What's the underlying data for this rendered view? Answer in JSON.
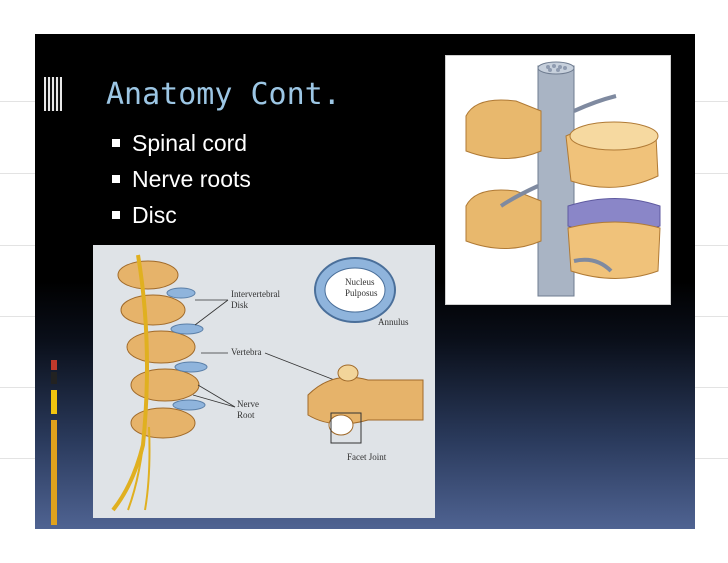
{
  "slide": {
    "title": "Anatomy Cont.",
    "bullets": [
      "Spinal cord",
      "Nerve roots",
      "Disc"
    ]
  },
  "diagram_labels": {
    "intervertebral": "Intervertebral",
    "disk": "Disk",
    "nucleus": "Nucleus",
    "pulposus": "Pulposus",
    "annulus": "Annulus",
    "vertebra": "Vertebra",
    "nerve": "Nerve",
    "root": "Root",
    "facet_joint": "Facet Joint"
  },
  "colors": {
    "title": "#9cc6e4",
    "bullet_text": "#ffffff",
    "accent_red": "#c0392b",
    "accent_yellow": "#f1c40f"
  }
}
